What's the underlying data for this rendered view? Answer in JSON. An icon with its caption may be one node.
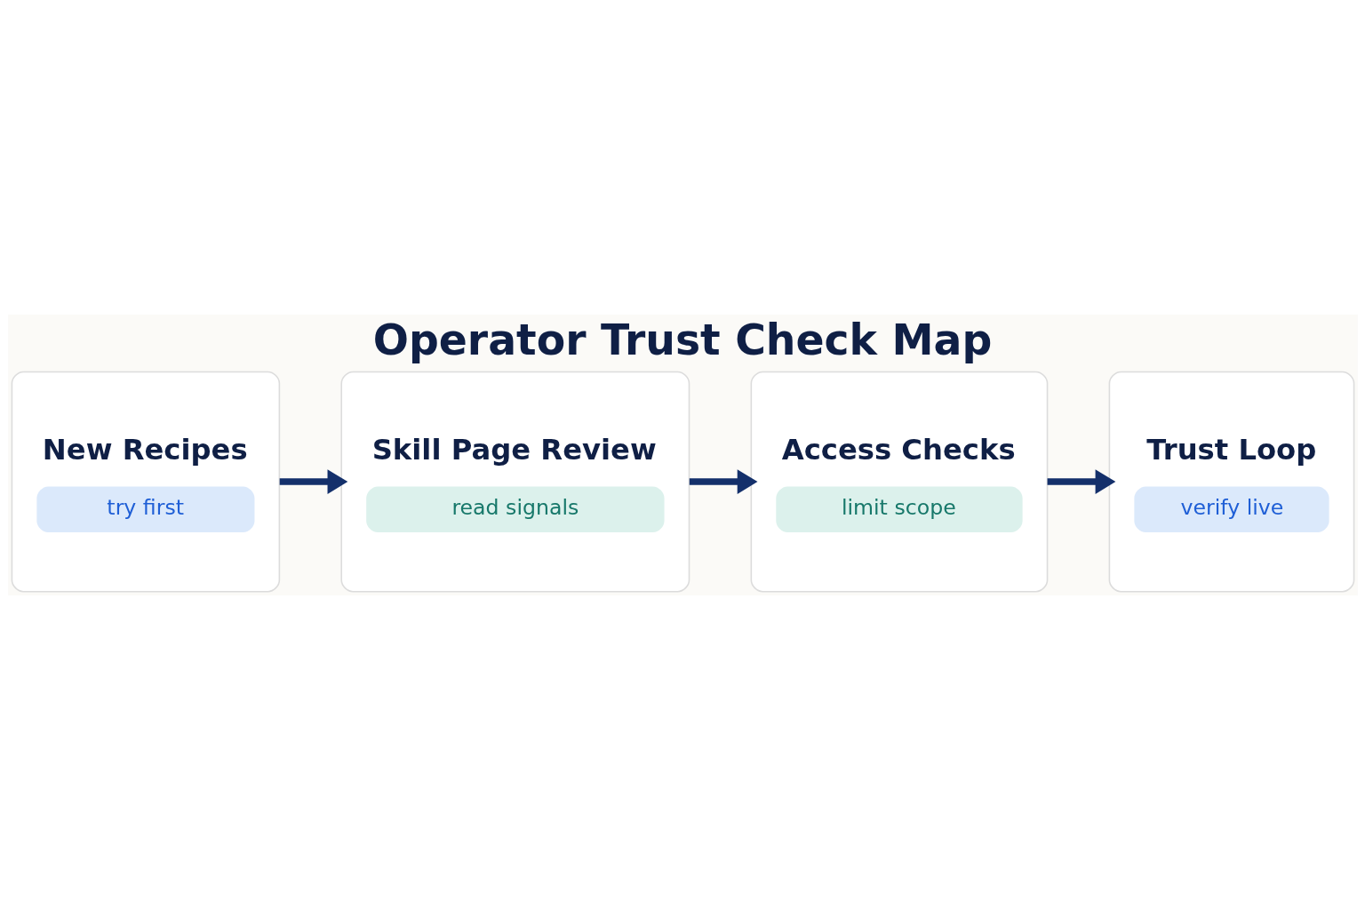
{
  "diagram": {
    "title": "Operator Trust Check Map",
    "nodes": [
      {
        "text": [
          "New Recipes",
          "try first"
        ]
      },
      {
        "text": [
          "Skill Page Review",
          "read signals"
        ]
      },
      {
        "text": [
          "Access Checks",
          "limit scope"
        ]
      },
      {
        "text": [
          "Trust Loop",
          "verify live"
        ]
      }
    ],
    "edges": [
      {
        "from": 0,
        "to": 1,
        "arrow": "to"
      },
      {
        "from": 1,
        "to": 2,
        "arrow": "to"
      },
      {
        "from": 2,
        "to": 3,
        "arrow": "to"
      }
    ]
  }
}
